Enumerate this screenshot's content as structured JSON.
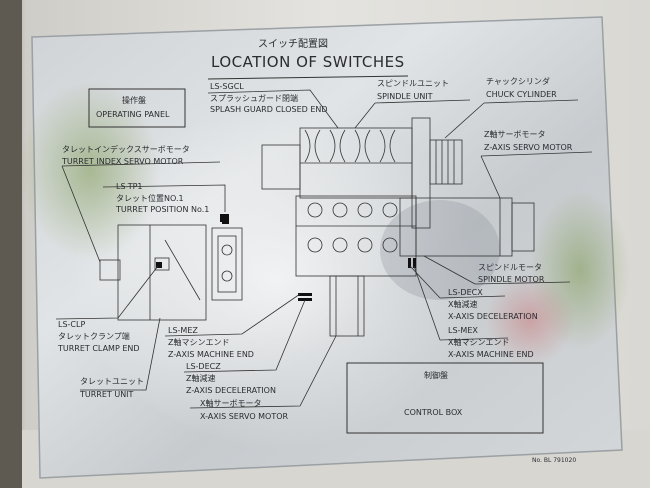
{
  "plate": {
    "title_ja": "スイッチ配置図",
    "title_en": "LOCATION OF SWITCHES",
    "part_number": "No. BL 791020"
  },
  "labels": {
    "operating_panel_ja": "操作盤",
    "operating_panel_en": "OPERATING PANEL",
    "ls_sgcl": "LS-SGCL",
    "splash_guard_ja": "スプラッシュガード閉端",
    "splash_guard_en": "SPLASH GUARD CLOSED END",
    "spindle_unit_ja": "スピンドルユニット",
    "spindle_unit_en": "SPINDLE UNIT",
    "chuck_cylinder_ja": "チャックシリンダ",
    "chuck_cylinder_en": "CHUCK CYLINDER",
    "turret_index_ja": "タレットインデックスサーボモータ",
    "turret_index_en": "TURRET INDEX SERVO MOTOR",
    "z_servo_ja": "Z軸サーボモータ",
    "z_servo_en": "Z-AXIS SERVO MOTOR",
    "ls_tp1": "LS-TP1",
    "turret_position_ja": "タレット位置NO.1",
    "turret_position_en": "TURRET POSITION No.1",
    "spindle_motor_ja": "スピンドルモータ",
    "spindle_motor_en": "SPINDLE MOTOR",
    "ls_decx": "LS-DECX",
    "x_decel_ja": "X軸減速",
    "x_decel_en": "X-AXIS DECELERATION",
    "ls_mex": "LS-MEX",
    "x_machine_end_ja": "X軸マシンエンド",
    "x_machine_end_en": "X-AXIS MACHINE END",
    "ls_clp": "LS-CLP",
    "turret_clamp_ja": "タレットクランプ端",
    "turret_clamp_en": "TURRET CLAMP END",
    "ls_mez": "LS-MEZ",
    "z_machine_end_ja": "Z軸マシンエンド",
    "z_machine_end_en": "Z-AXIS MACHINE END",
    "turret_unit_ja": "タレットユニット",
    "turret_unit_en": "TURRET UNIT",
    "ls_decz": "LS-DECZ",
    "z_decel_ja": "Z軸減速",
    "z_decel_en": "Z-AXIS DECELERATION",
    "x_servo_ja": "X軸サーボモータ",
    "x_servo_en": "X-AXIS SERVO MOTOR",
    "control_box_ja": "制御盤",
    "control_box_en": "CONTROL BOX"
  }
}
